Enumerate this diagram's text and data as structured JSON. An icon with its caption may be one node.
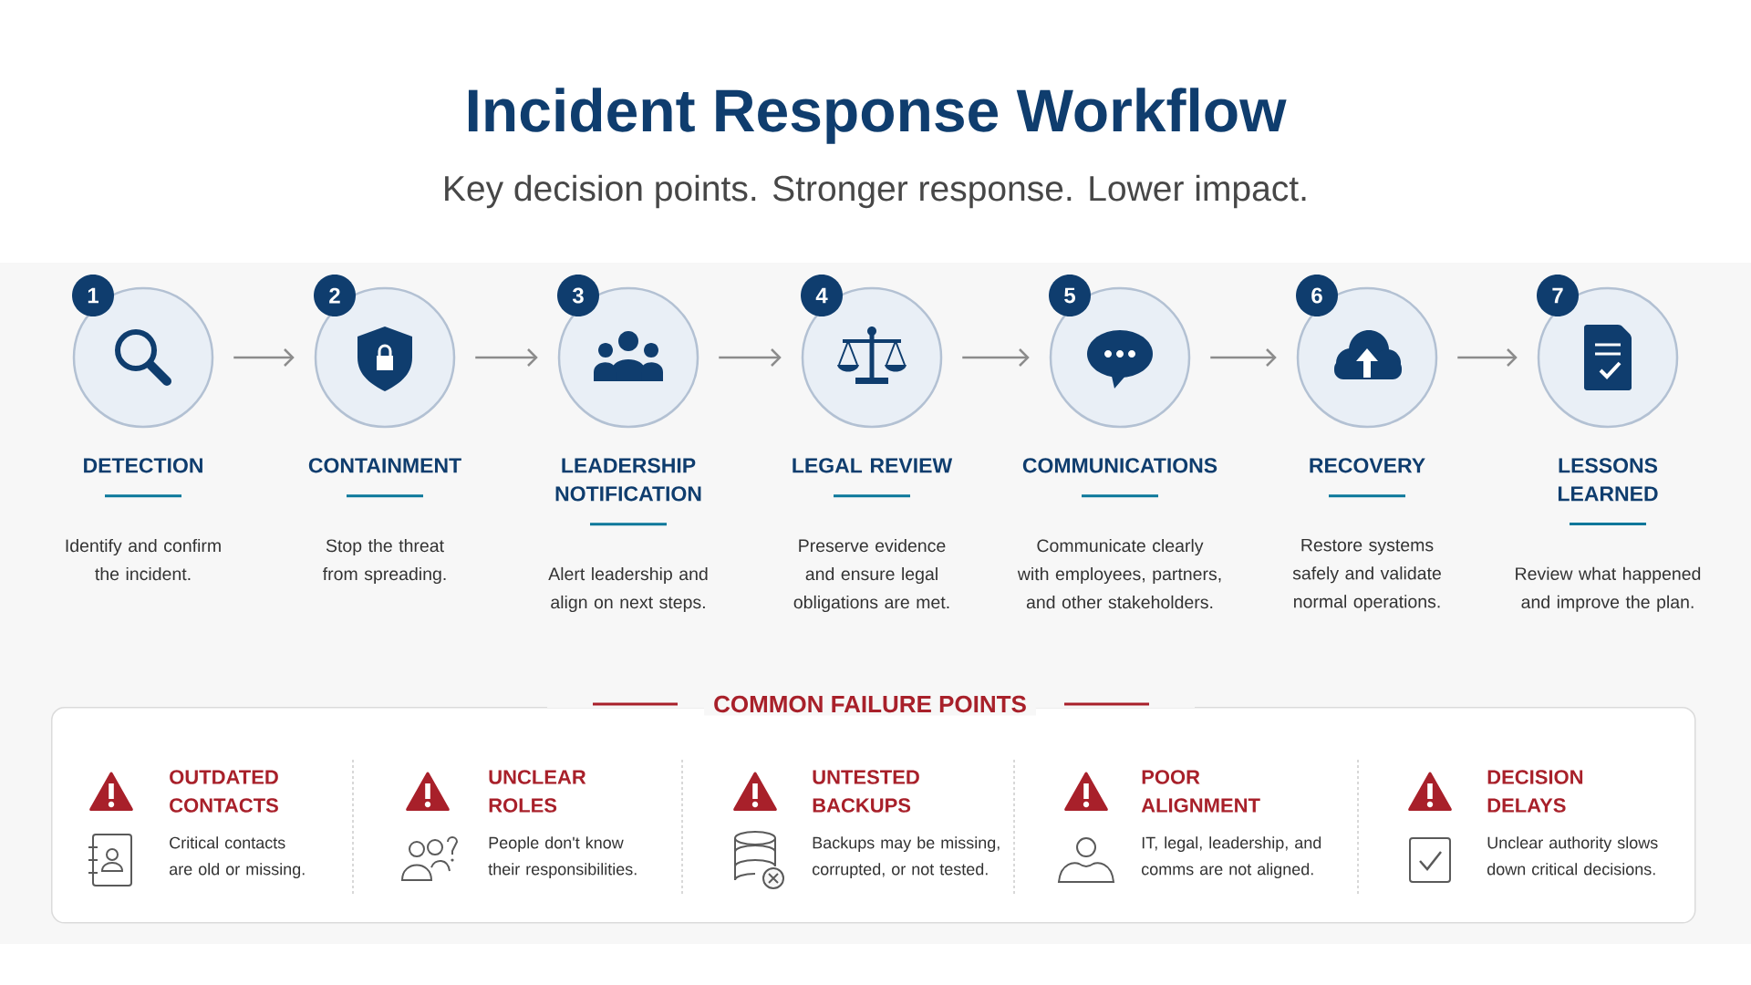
{
  "diagram": {
    "title": "Incident Response Workflow",
    "nodes": [
      {
        "text": [
          "DETECTION",
          "Identify and confirm the incident."
        ],
        "beside": [
          "1"
        ]
      },
      {
        "text": [
          "CONTAINMENT",
          "Stop the threat from spreading."
        ],
        "beside": [
          "2"
        ]
      },
      {
        "text": [
          "LEADERSHIP NOTIFICATION",
          "Alert leadership and align on next steps."
        ],
        "beside": [
          "3"
        ]
      },
      {
        "text": [
          "LEGAL REVIEW",
          "Preserve evidence and ensure legal obligations are met."
        ],
        "beside": [
          "4"
        ]
      },
      {
        "text": [
          "COMMUNICATIONS",
          "Communicate clearly with employees, partners, and other stakeholders."
        ],
        "beside": [
          "5"
        ]
      },
      {
        "text": [
          "RECOVERY",
          "Restore systems safely and validate normal operations."
        ],
        "beside": [
          "6"
        ]
      },
      {
        "text": [
          "LESSONS LEARNED",
          "Review what happened and improve the plan."
        ],
        "beside": [
          "7"
        ]
      },
      {
        "text": [
          "COMMON FAILURE POINTS"
        ]
      },
      {
        "text": [
          "OUTDATED CONTACTS",
          "Critical contacts are old or missing."
        ],
        "in": 7
      },
      {
        "text": [
          "UNCLEAR ROLES",
          "People don't know their responsibilities."
        ],
        "in": 7
      },
      {
        "text": [
          "UNTESTED BACKUPS",
          "Backups may be missing, corrupted, or not tested."
        ],
        "in": 7
      },
      {
        "text": [
          "POOR ALIGNMENT",
          "IT, legal, leadership, and comms are not aligned."
        ],
        "in": 7
      },
      {
        "text": [
          "DECISION DELAYS",
          "Unclear authority slows down critical decisions."
        ],
        "in": 7
      }
    ],
    "edges": [
      {
        "from": 0,
        "to": 1,
        "arrow": "to"
      },
      {
        "from": 1,
        "to": 2,
        "arrow": "to"
      },
      {
        "from": 2,
        "to": 3,
        "arrow": "to"
      },
      {
        "from": 3,
        "to": 4,
        "arrow": "to"
      },
      {
        "from": 4,
        "to": 5,
        "arrow": "to"
      },
      {
        "from": 5,
        "to": 6,
        "arrow": "to"
      }
    ],
    "labels": [
      "Key decision points. Stronger response. Lower impact."
    ]
  }
}
